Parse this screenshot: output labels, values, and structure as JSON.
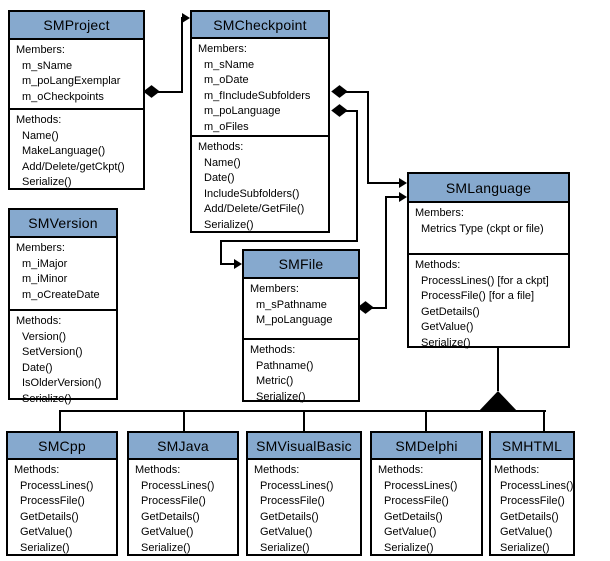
{
  "diagram": {
    "kind": "uml-class-diagram",
    "colors": {
      "class_header_fill": "#86A9CE",
      "line": "#000000",
      "background": "#FFFFFF",
      "text": "#000000"
    },
    "classes": {
      "smproject": {
        "title": "SMProject",
        "members_label": "Members:",
        "members": [
          "m_sName",
          "m_poLangExemplar",
          "m_oCheckpoints"
        ],
        "methods_label": "Methods:",
        "methods": [
          "Name()",
          "MakeLanguage()",
          "Add/Delete/getCkpt()",
          "Serialize()"
        ]
      },
      "smcheckpoint": {
        "title": "SMCheckpoint",
        "members_label": "Members:",
        "members": [
          "m_sName",
          "m_oDate",
          "m_fIncludeSubfolders",
          "m_poLanguage",
          "m_oFiles"
        ],
        "methods_label": "Methods:",
        "methods": [
          "Name()",
          "Date()",
          "IncludeSubfolders()",
          "Add/Delete/GetFile()",
          "Serialize()"
        ]
      },
      "smversion": {
        "title": "SMVersion",
        "members_label": "Members:",
        "members": [
          "m_iMajor",
          "m_iMinor",
          "m_oCreateDate"
        ],
        "methods_label": "Methods:",
        "methods": [
          "Version()",
          "SetVersion()",
          "Date()",
          "IsOlderVersion()",
          "Serialize()"
        ]
      },
      "smfile": {
        "title": "SMFile",
        "members_label": "Members:",
        "members": [
          "m_sPathname",
          "M_poLanguage"
        ],
        "methods_label": "Methods:",
        "methods": [
          "Pathname()",
          "Metric()",
          "Serialize()"
        ]
      },
      "smlanguage": {
        "title": "SMLanguage",
        "members_label": "Members:",
        "members": [
          "Metrics Type (ckpt or file)"
        ],
        "methods_label": "Methods:",
        "methods": [
          "ProcessLines() [for a ckpt]",
          "ProcessFile() [for a file]",
          "GetDetails()",
          "GetValue()",
          "Serialize()"
        ]
      },
      "smcpp": {
        "title": "SMCpp",
        "methods_label": "Methods:",
        "methods": [
          "ProcessLines()",
          "ProcessFile()",
          "GetDetails()",
          "GetValue()",
          "Serialize()"
        ]
      },
      "smjava": {
        "title": "SMJava",
        "methods_label": "Methods:",
        "methods": [
          "ProcessLines()",
          "ProcessFile()",
          "GetDetails()",
          "GetValue()",
          "Serialize()"
        ]
      },
      "smvisualbasic": {
        "title": "SMVisualBasic",
        "methods_label": "Methods:",
        "methods": [
          "ProcessLines()",
          "ProcessFile()",
          "GetDetails()",
          "GetValue()",
          "Serialize()"
        ]
      },
      "smdelphi": {
        "title": "SMDelphi",
        "methods_label": "Methods:",
        "methods": [
          "ProcessLines()",
          "ProcessFile()",
          "GetDetails()",
          "GetValue()",
          "Serialize()"
        ]
      },
      "smhtml": {
        "title": "SMHTML",
        "methods_label": "Methods:",
        "methods": [
          "ProcessLines()",
          "ProcessFile()",
          "GetDetails()",
          "GetValue()",
          "Serialize()"
        ]
      }
    },
    "relationships": [
      {
        "from": "SMProject",
        "to": "SMCheckpoint",
        "type": "composition",
        "diamond_at": "SMProject"
      },
      {
        "from": "SMCheckpoint",
        "to": "SMLanguage",
        "type": "composition",
        "diamond_at": "SMCheckpoint"
      },
      {
        "from": "SMCheckpoint",
        "to": "SMFile",
        "type": "composition",
        "diamond_at": "SMCheckpoint"
      },
      {
        "from": "SMFile",
        "to": "SMLanguage",
        "type": "composition",
        "diamond_at": "SMFile"
      },
      {
        "parent": "SMLanguage",
        "children": [
          "SMCpp",
          "SMJava",
          "SMVisualBasic",
          "SMDelphi",
          "SMHTML"
        ],
        "type": "inheritance"
      }
    ]
  }
}
